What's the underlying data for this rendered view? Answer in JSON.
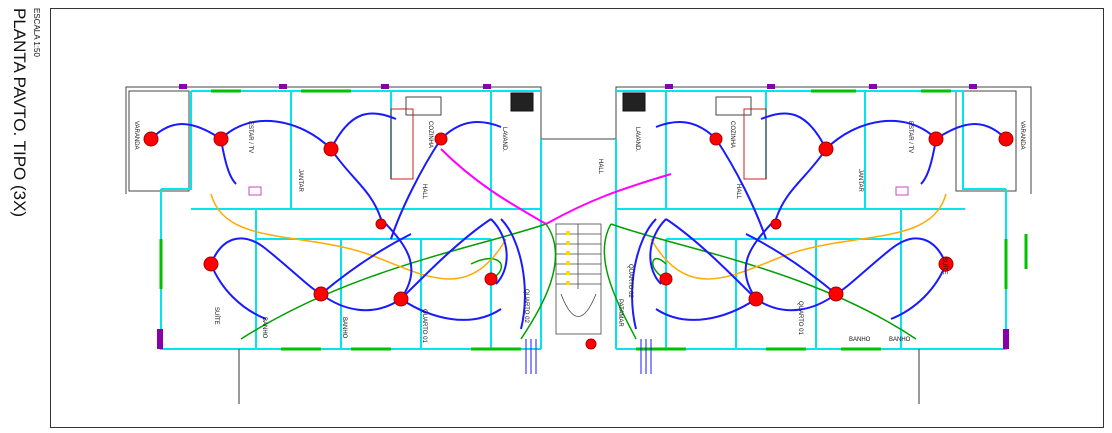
{
  "title": "PLANTA PAVTO. TIPO (3X)",
  "scale": "ESCALA 1:50",
  "rooms_left": {
    "varanda": "VARANDA",
    "estar_tv": "ESTAR / TV",
    "jantar": "JANTAR",
    "cozinha": "COZINHA",
    "lavand": "LAVAND.",
    "hall": "HALL",
    "suite": "SUÍTE",
    "banho": "BANHO",
    "banho2": "BANHO",
    "quarto01": "QUARTO 01",
    "quarto02": "QUARTO 02"
  },
  "rooms_right": {
    "varanda": "VARANDA",
    "estar_tv": "ESTAR / TV",
    "jantar": "JANTAR",
    "cozinha": "COZINHA",
    "lavand": "LAVAND.",
    "hall": "HALL",
    "suite": "SUÍTE",
    "banho": "BANHO",
    "banho2": "BANHO",
    "quarto01": "QUARTO 01",
    "quarto02": "QUARTO 02"
  },
  "center": {
    "hall": "HALL",
    "patamar": "PATAMAR"
  },
  "colors": {
    "walls": "#00e5ee",
    "conduit_blue": "#1a1aff",
    "conduit_green": "#00a000",
    "conduit_orange": "#ffaa00",
    "conduit_magenta": "#ff00ff",
    "lamp_red": "#ff0000",
    "marker_purple": "#8800aa",
    "outline": "#444444"
  }
}
